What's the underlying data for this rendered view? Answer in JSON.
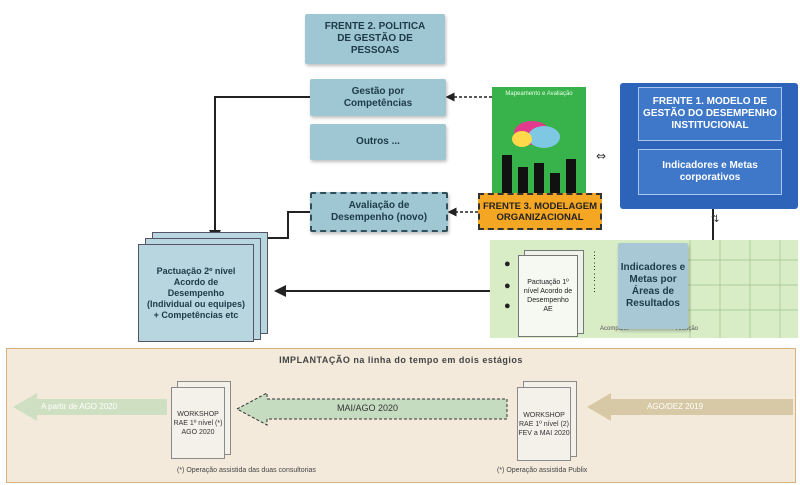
{
  "frente2": {
    "title": "FRENTE 2. POLITICA DE GESTÃO DE PESSOAS",
    "gestao": "Gestão por Competências",
    "outros": "Outros ...",
    "avaliacao": "Avaliação de Desempenho (novo)"
  },
  "frente3": {
    "image_caption": "Mapeamento e Avaliação",
    "title": "FRENTE 3. MODELAGEM ORGANIZACIONAL"
  },
  "frente1": {
    "title": "FRENTE 1. MODELO DE GESTÃO DO DESEMPENHO INSTITUCIONAL",
    "indicadores": "Indicadores e Metas corporativos"
  },
  "pactuacao2": {
    "text": "Pactuação 2º nível Acordo de Desempenho (Individual ou equipes) + Competências etc"
  },
  "green_area": {
    "pactuacao1": "Pactuação 1º nível Acordo de Desempenho AE",
    "indicadores_areas": "Indicadores e Metas por Áreas de Resultados",
    "footer_left": "Acompanh",
    "footer_right": "Aferição"
  },
  "implantacao": {
    "title": "IMPLANTAÇÃO na linha do tempo em dois estágios",
    "arrow_left": "A partir de AGO 2020",
    "arrow_mid": "MAI/AGO 2020",
    "arrow_right": "AGO/DEZ 2019",
    "doc1": "WORKSHOP RAE 1º nível (*) AGO 2020",
    "doc2": "WORKSHOP RAE 1º nível (2) FEV a MAI 2020",
    "note_left": "(*) Operação assistida das duas consultorias",
    "note_right": "(*) Operação assistida Publix"
  },
  "colors": {
    "teal": "#9fc7d3",
    "blue": "#2d63b8",
    "orange": "#f5a623",
    "green": "#38b24a",
    "yellow_bg": "#f3eadc"
  }
}
